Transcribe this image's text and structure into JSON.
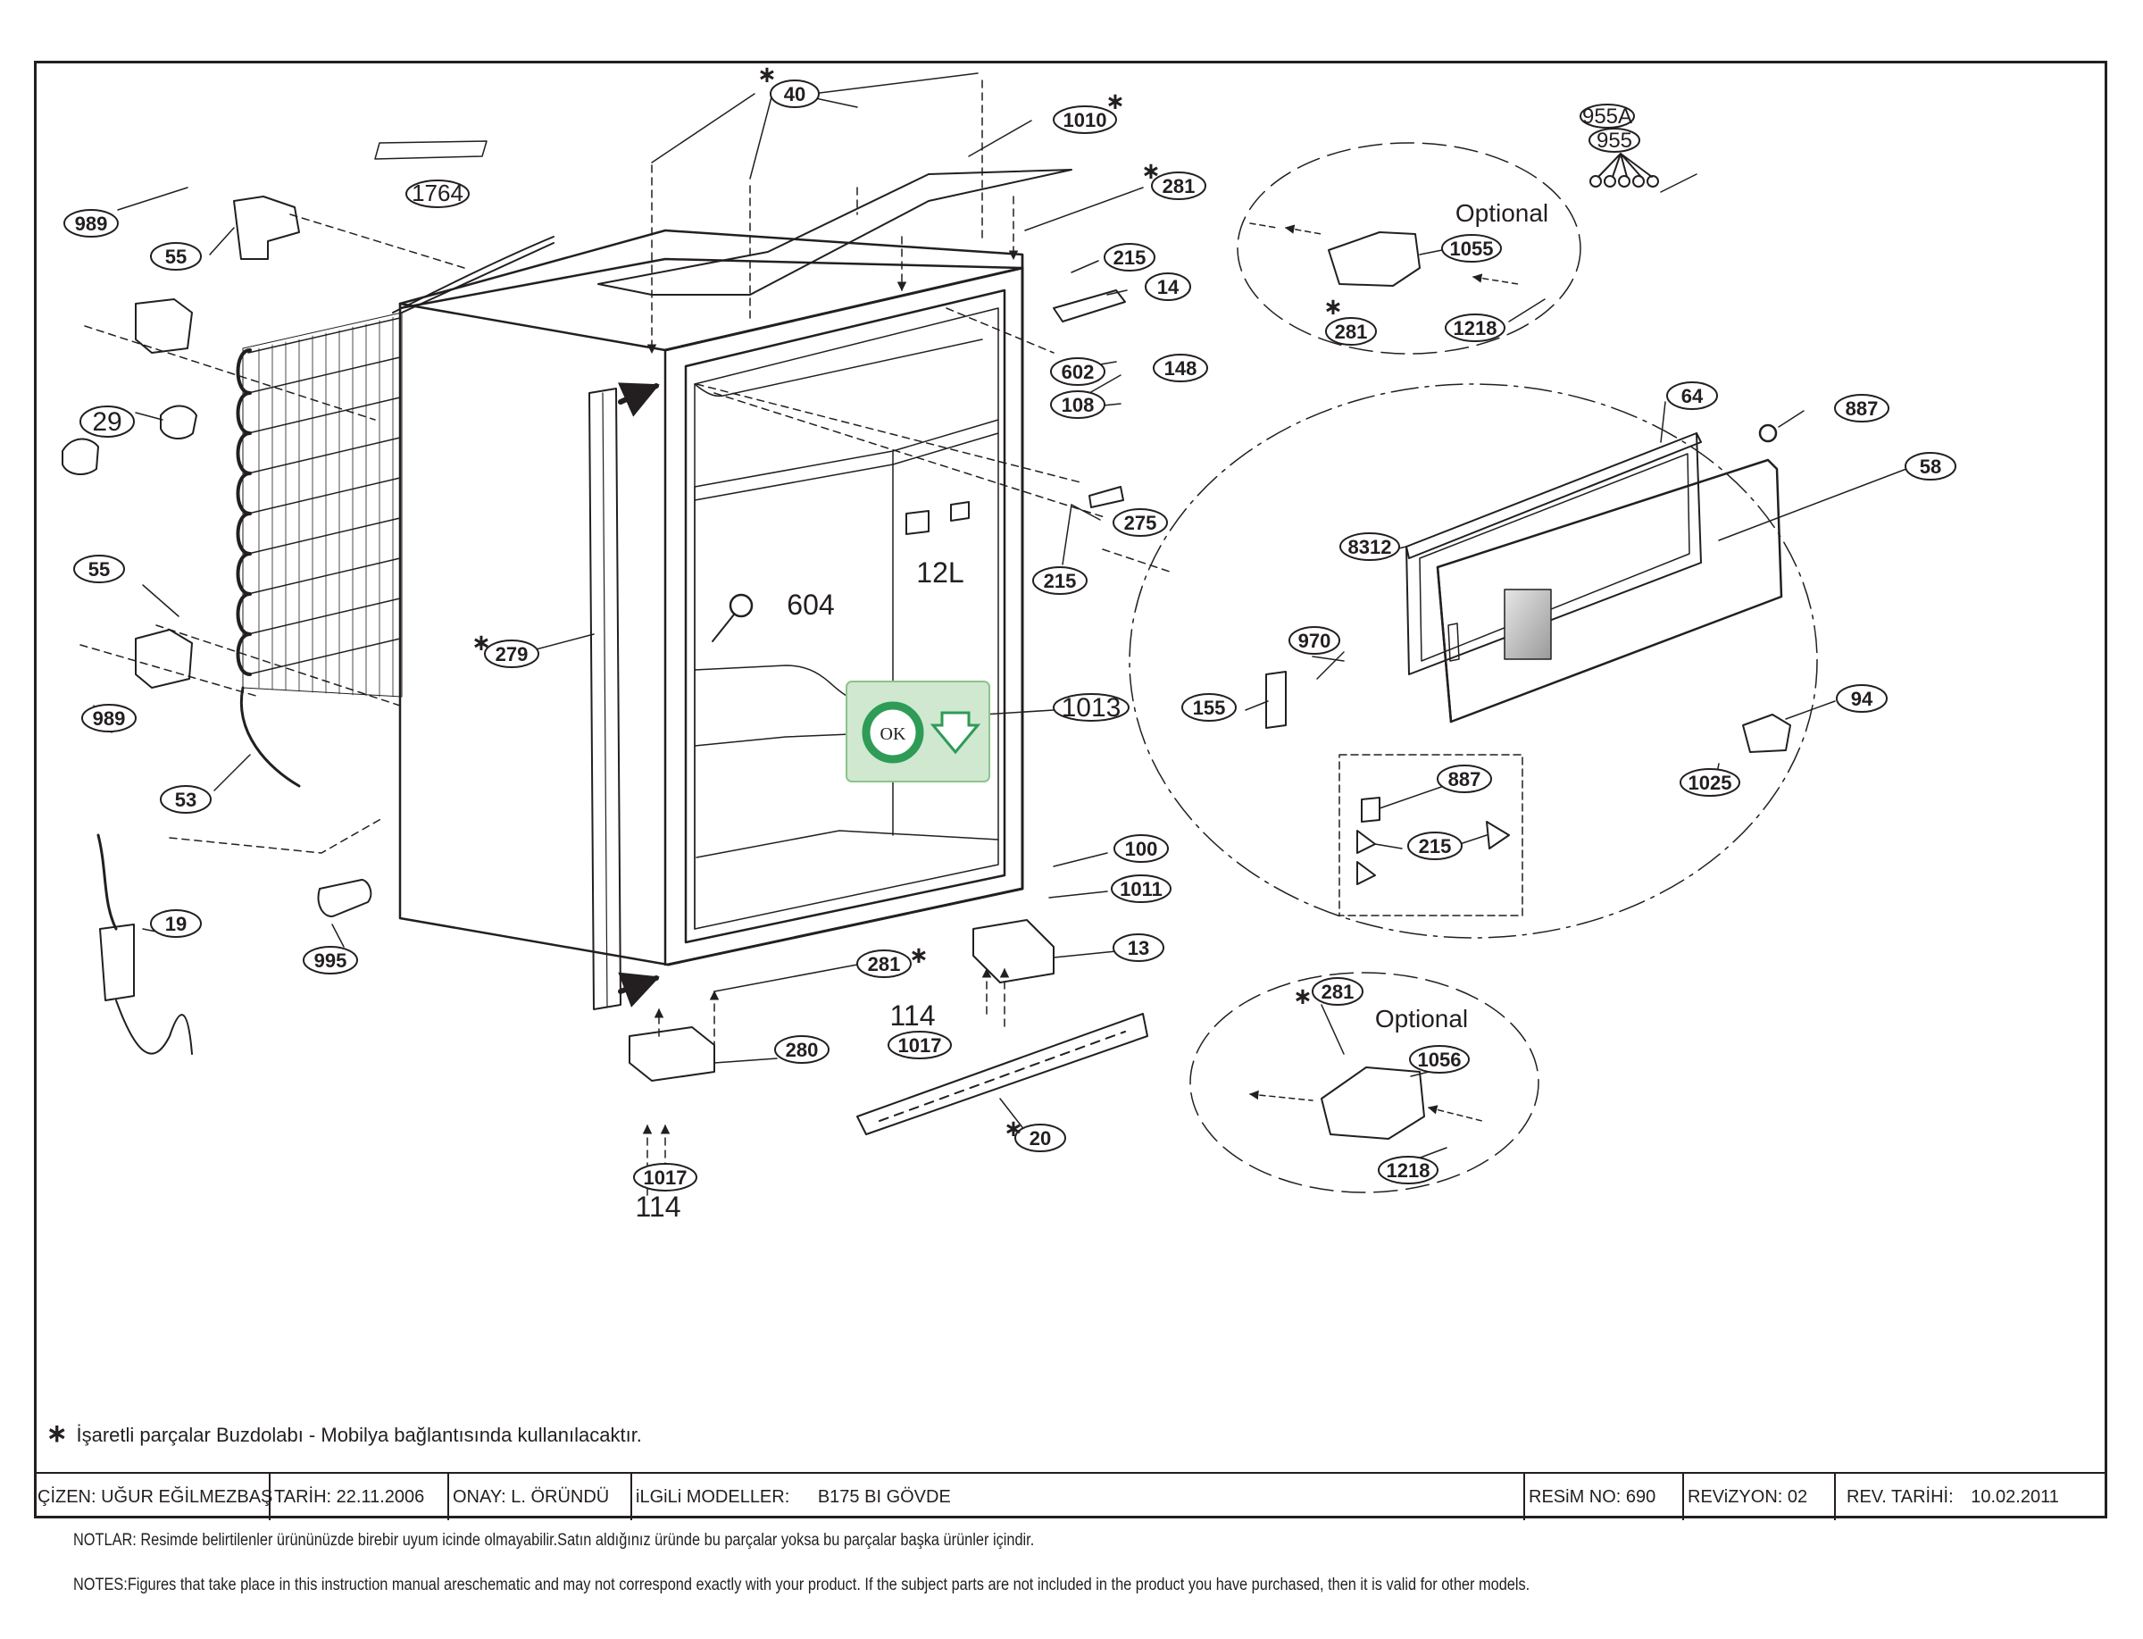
{
  "diagram": {
    "callouts": {
      "c40": "40",
      "c1010": "1010",
      "c1764": "1764",
      "c281_top": "281",
      "c989_top": "989",
      "c55_top": "55",
      "c29": "29",
      "c215_top": "215",
      "c14": "14",
      "c602": "602",
      "c148": "148",
      "c108": "108",
      "c275": "275",
      "c215_mid": "215",
      "c12L": "12L",
      "c604": "604",
      "c55_bottom": "55",
      "c279": "279",
      "c989_bottom": "989",
      "c53": "53",
      "c1013": "1013",
      "c100": "100",
      "c1011": "1011",
      "c19": "19",
      "c995": "995",
      "c281_bottom": "281",
      "c13": "13",
      "c114_a": "114",
      "c1017_a": "1017",
      "c280": "280",
      "c1017_b": "1017",
      "c114_b": "114",
      "c20": "20",
      "c955A": "955A",
      "c955": "955",
      "c1055": "1055",
      "c281_opt1": "281",
      "c1218_a": "1218",
      "c64": "64",
      "c887_a": "887",
      "c58": "58",
      "c8312": "8312",
      "c970": "970",
      "c155": "155",
      "c94": "94",
      "c887_b": "887",
      "c215_box": "215",
      "c1025": "1025",
      "c281_opt2": "281",
      "c1056": "1056",
      "c1218_b": "1218"
    },
    "optional_label_1": "Optional",
    "optional_label_2": "Optional",
    "badge_ok": "OK"
  },
  "footnote": {
    "star": "∗",
    "text": "İşaretli parçalar Buzdolabı - Mobilya bağlantısında kullanılacaktır."
  },
  "title_block": {
    "cizen": "ÇİZEN: UĞUR EĞİLMEZBAŞ",
    "tarih": "TARİH: 22.11.2006",
    "onay": "ONAY: L. ÖRÜNDÜ",
    "ilgili_label": "iLGiLi MODELLER:",
    "ilgili_value": "B175 BI GÖVDE",
    "resim": "RESiM NO: 690",
    "revizyon": "REViZYON: 02",
    "rev_tarihi_label": "REV. TARİHİ:",
    "rev_tarihi_value": "10.02.2011"
  },
  "notes": {
    "notlar": "NOTLAR: Resimde belirtilenler ürününüzde birebir  uyum icinde olmayabilir.Satın aldığınız üründe bu parçalar yoksa bu parçalar başka ürünler içindir.",
    "notes_en": "NOTES:Figures that take place in this instruction manual areschematic  and may not correspond exactly with your product. If the subject parts are not included in the product you have purchased, then it is valid for other models."
  },
  "colors": {
    "line": "#231f20",
    "badge_fill": "#cfe8cf",
    "badge_ring": "#2e9b57",
    "glass": "#bfbfbf"
  }
}
